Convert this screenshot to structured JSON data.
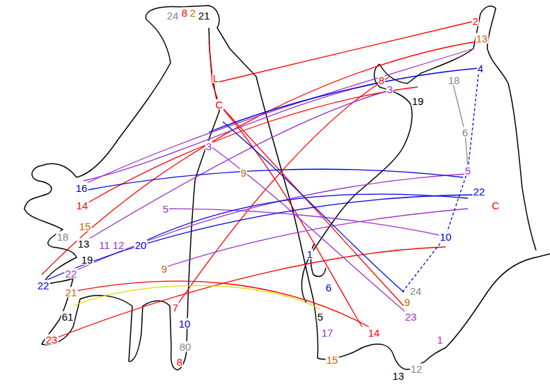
{
  "diagram": {
    "labels": [
      "24",
      "8",
      "2",
      "21",
      "L",
      "C",
      "3",
      "9",
      "8",
      "3",
      "19",
      "2",
      "13",
      "4",
      "18",
      "6",
      "5",
      "22",
      "C",
      "10",
      "24",
      "9",
      "23",
      "1",
      "13",
      "12",
      "14",
      "15",
      "17",
      "5",
      "6",
      "1",
      "16",
      "14",
      "15",
      "18",
      "13",
      "11",
      "12",
      "20",
      "19",
      "5",
      "9",
      "22",
      "22",
      "21",
      "61",
      "23",
      "7",
      "10",
      "80",
      "8"
    ]
  }
}
